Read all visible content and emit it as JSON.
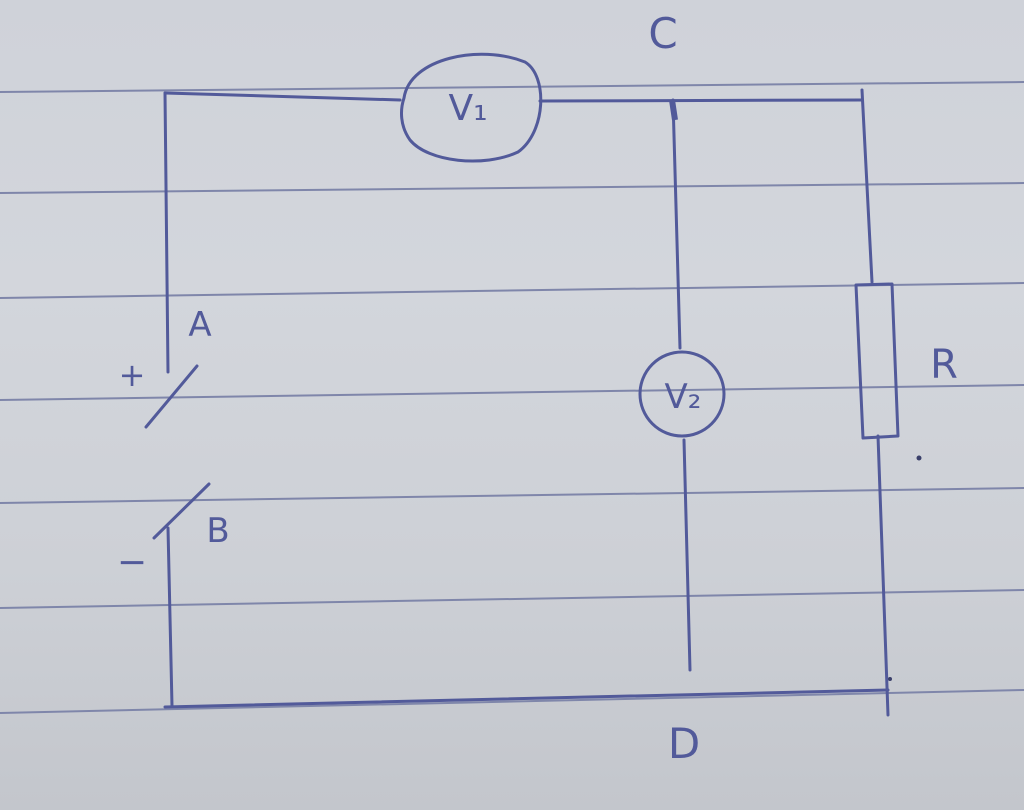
{
  "labels": {
    "node_top": "C",
    "node_bottom": "D",
    "terminal_positive": "A",
    "terminal_negative": "B",
    "sign_positive": "+",
    "sign_negative": "−",
    "voltmeter_1": "V₁",
    "voltmeter_2": "V₂",
    "resistor": "R"
  }
}
